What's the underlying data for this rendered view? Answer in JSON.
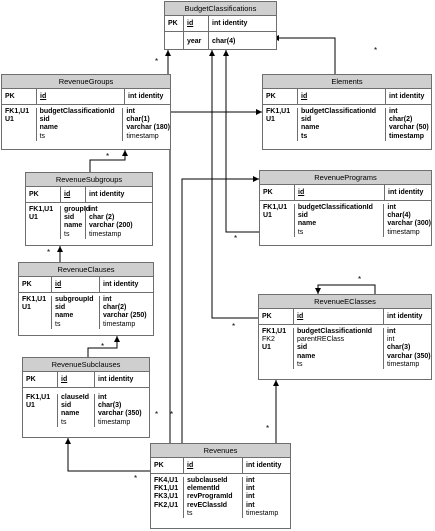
{
  "entities": {
    "budget": {
      "title": "BudgetClassifications",
      "pk_key": "PK",
      "pk_name": "id",
      "pk_type": "int identity",
      "fields": [
        {
          "name": "year",
          "type": "char(4)"
        }
      ]
    },
    "rgroups": {
      "title": "RevenueGroups",
      "pk_key": "PK",
      "pk_name": "id",
      "pk_type": "int identity",
      "keys": [
        "FK1,U1",
        "U1"
      ],
      "names": [
        "budgetClassificationId",
        "sid",
        "name",
        "ts"
      ],
      "types": [
        "int",
        "char(1)",
        "varchar (180)",
        "timestamp"
      ]
    },
    "elements": {
      "title": "Elements",
      "pk_key": "PK",
      "pk_name": "id",
      "pk_type": "int identity",
      "keys": [
        "FK1,U1",
        "U1"
      ],
      "names": [
        "budgetClassificationId",
        "sid",
        "name",
        "ts"
      ],
      "types": [
        "int",
        "char(2)",
        "varchar (50)",
        "timestamp"
      ]
    },
    "rsubgroups": {
      "title": "RevenueSubgroups",
      "pk_key": "PK",
      "pk_name": "id",
      "pk_type": "int identity",
      "keys": [
        "FK1,U1",
        "U1"
      ],
      "names": [
        "groupId",
        "sid",
        "name",
        "ts"
      ],
      "types": [
        "int",
        "char (2)",
        "varchar (200)",
        "timestamp"
      ]
    },
    "rprograms": {
      "title": "RevenuePrograms",
      "pk_key": "PK",
      "pk_name": "id",
      "pk_type": "int identity",
      "keys": [
        "FK1,U1",
        "U1"
      ],
      "names": [
        "budgetClassificationId",
        "sid",
        "name",
        "ts"
      ],
      "types": [
        "int",
        "char(4)",
        "varchar (300)",
        "timestamp"
      ]
    },
    "rclauses": {
      "title": "RevenueClauses",
      "pk_key": "PK",
      "pk_name": "id",
      "pk_type": "int identity",
      "keys": [
        "FK1,U1",
        "U1"
      ],
      "names": [
        "subgroupId",
        "sid",
        "name",
        "ts"
      ],
      "types": [
        "int",
        "char(2)",
        "varchar (250)",
        "timestamp"
      ]
    },
    "reclasses": {
      "title": "RevenueEClasses",
      "pk_key": "PK",
      "pk_name": "id",
      "pk_type": "int identity",
      "keys": [
        "FK1,U1",
        "FK2",
        "U1"
      ],
      "names": [
        "budgetClassificationId",
        "parentREClass",
        "sid",
        "name",
        "ts"
      ],
      "types": [
        "int",
        "int",
        "char(3)",
        "varchar (350)",
        "timestamp"
      ]
    },
    "rsubclauses": {
      "title": "RevenueSubclauses",
      "pk_key": "PK",
      "pk_name": "id",
      "pk_type": "int identity",
      "keys": [
        "FK1,U1",
        "U1"
      ],
      "names": [
        "clauseId",
        "sid",
        "name",
        "ts"
      ],
      "types": [
        "int",
        "char(3)",
        "varchar (350)",
        "timestamp"
      ]
    },
    "revenues": {
      "title": "Revenues",
      "pk_key": "PK",
      "pk_name": "id",
      "pk_type": "int identity",
      "keys": [
        "FK4,U1",
        "FK1,U1",
        "FK3,U1",
        "FK2,U1"
      ],
      "names": [
        "subclauseId",
        "elementId",
        "revProgramId",
        "revEClassId",
        "ts"
      ],
      "types": [
        "int",
        "int",
        "int",
        "int",
        "timestamp"
      ]
    }
  },
  "cardinality_label": "*"
}
